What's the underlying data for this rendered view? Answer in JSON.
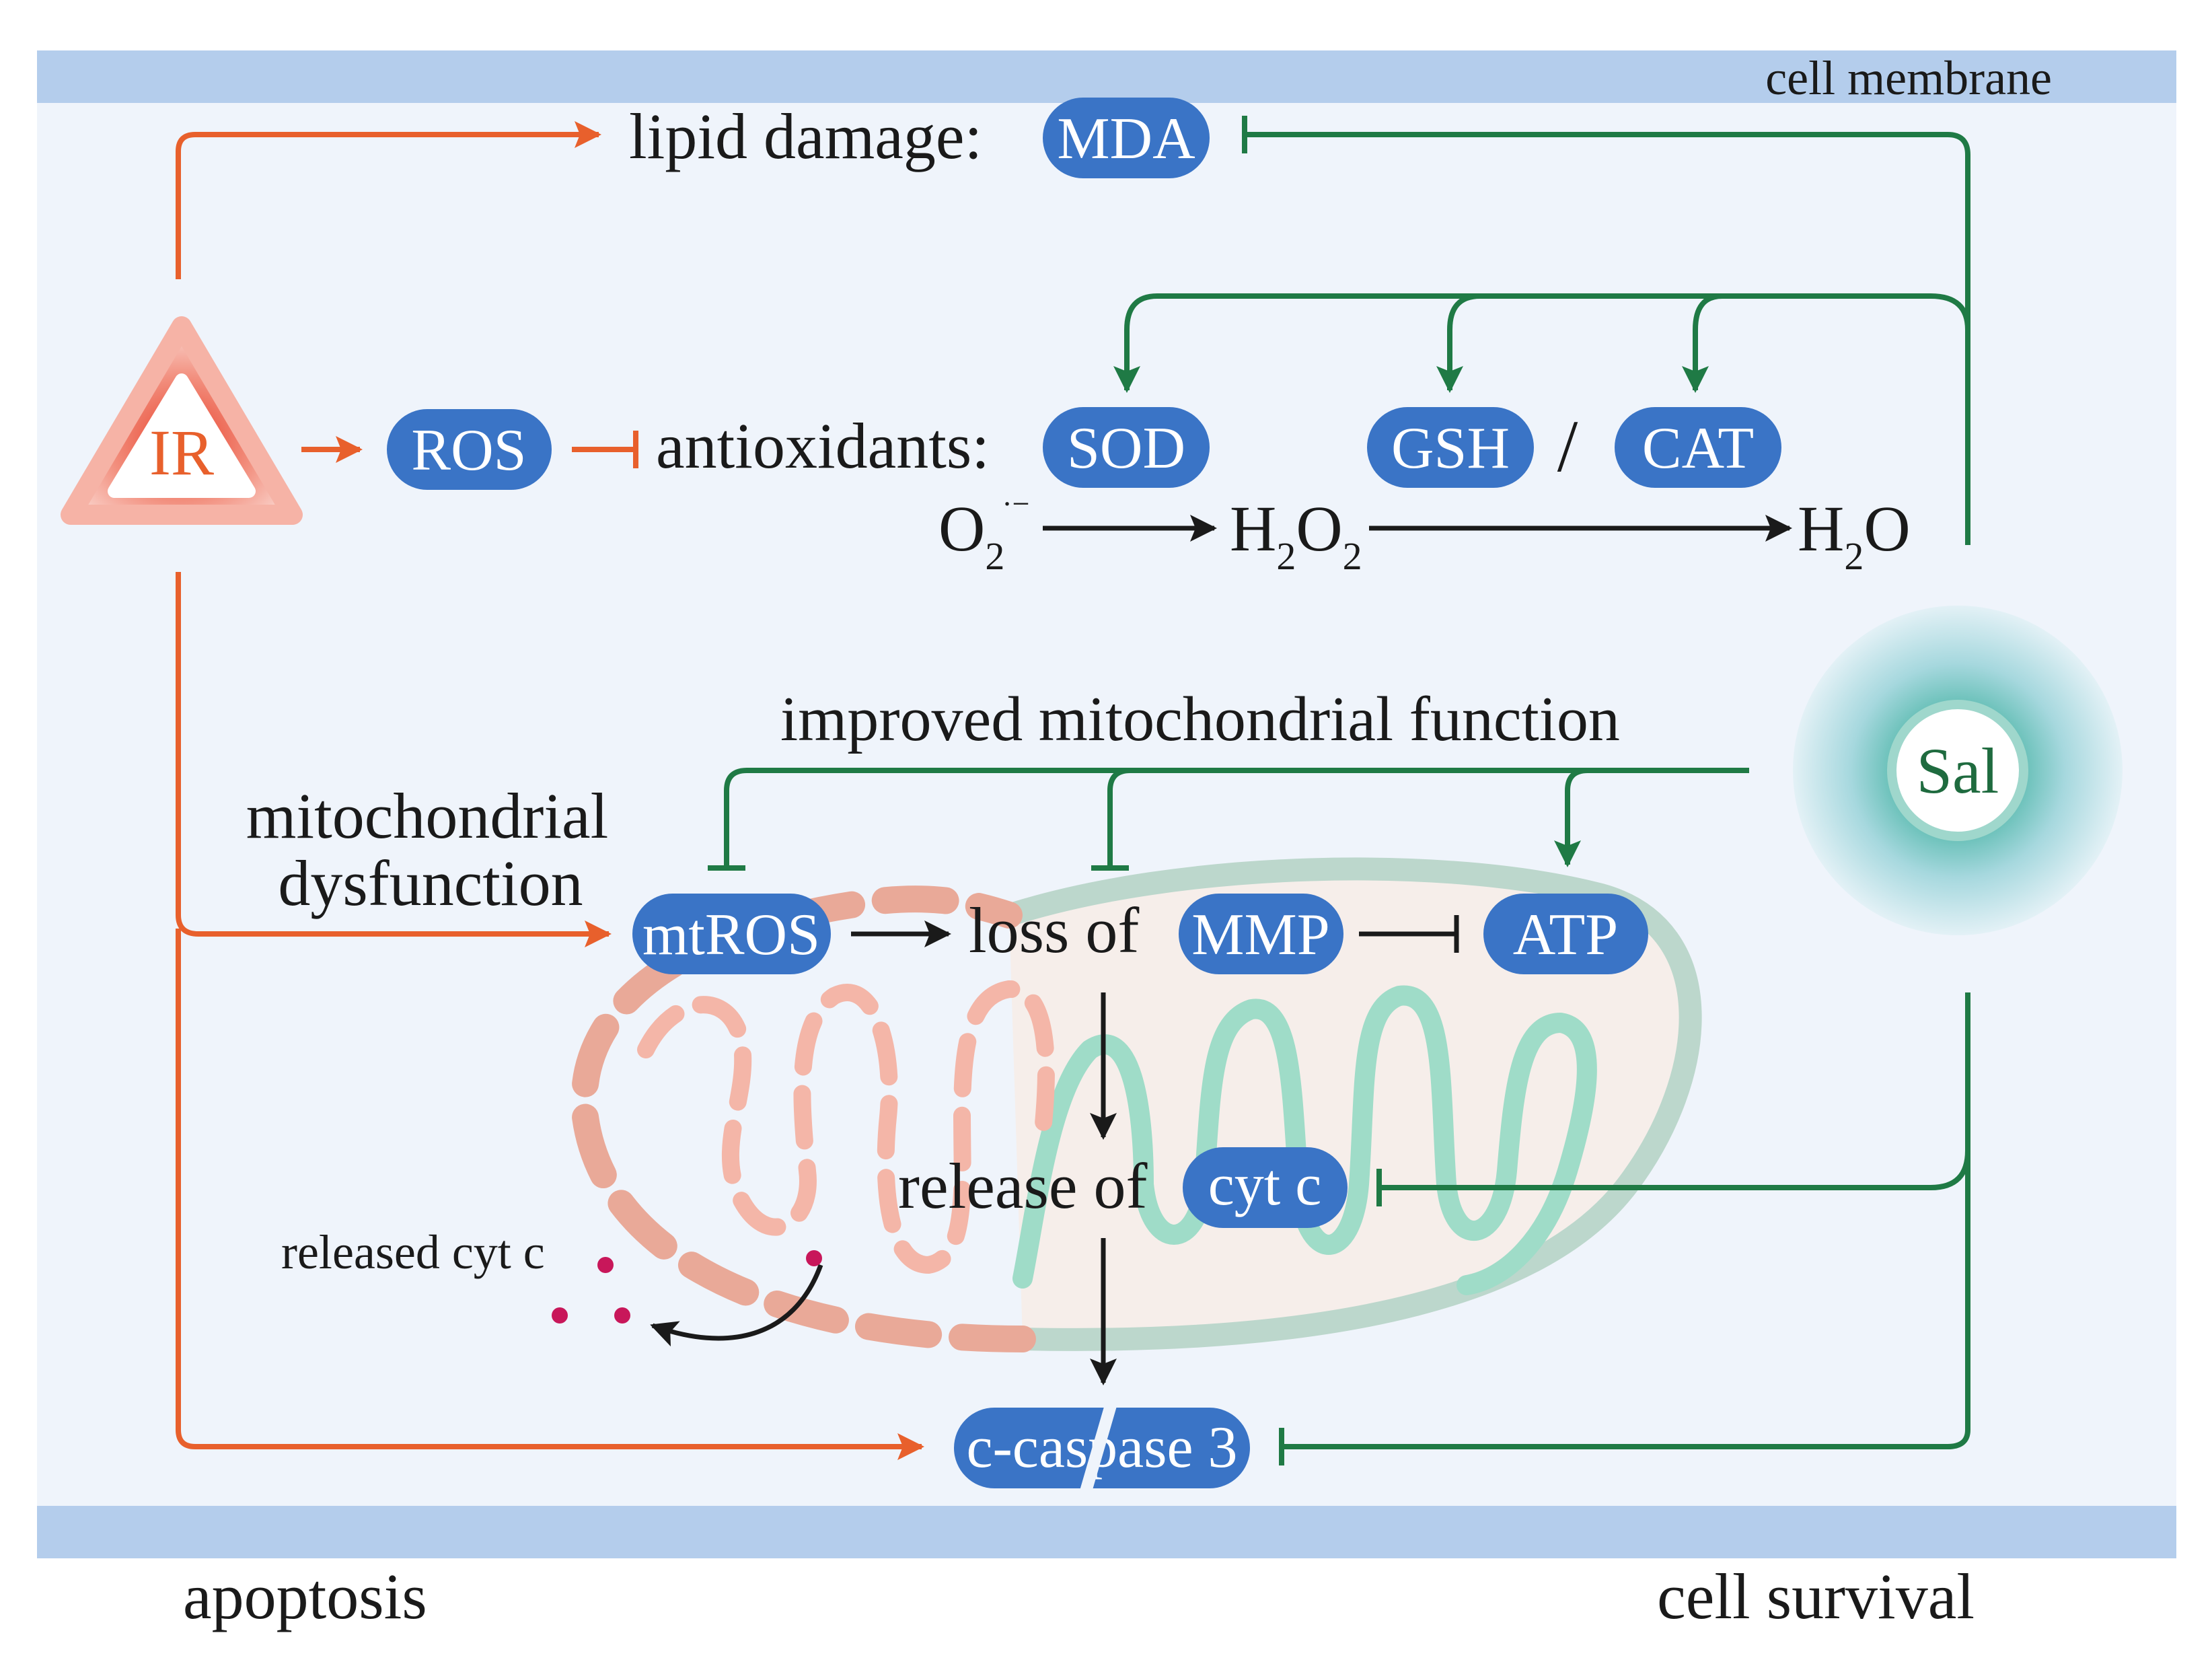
{
  "labels": {
    "cell_membrane": "cell membrane",
    "lipid_damage": "lipid damage:",
    "antioxidants": "antioxidants:",
    "improved_mito": "improved mitochondrial function",
    "mito_dysfunction_1": "mitochondrial",
    "mito_dysfunction_2": "dysfunction",
    "loss_of": "loss of",
    "release_of": "release of",
    "released_cytc": "released cyt c",
    "apoptosis": "apoptosis",
    "cell_survival": "cell survival",
    "slash": "/"
  },
  "nodes": {
    "ir": "IR",
    "sal": "Sal",
    "mda": "MDA",
    "ros": "ROS",
    "sod": "SOD",
    "gsh": "GSH",
    "cat": "CAT",
    "mtros": "mtROS",
    "mmp": "MMP",
    "atp": "ATP",
    "cytc": "cyt c",
    "ccasp_a": "c-cas",
    "ccasp_b": "pase 3"
  },
  "chem": {
    "o": "O",
    "two": "2",
    "superoxide": "·−",
    "h": "H"
  },
  "colors": {
    "membrane": "#b4cdec",
    "cell_bg": "#eff4fb",
    "pill": "#3a74c6",
    "damage_arrow": "#e8602c",
    "protect_arrow": "#1f7a45",
    "outer_membrane": "#bfd9cf",
    "cristae": "#9fdcc8",
    "damaged_cristae": "#f2b8ac",
    "cytc_dots": "#c8175a"
  }
}
